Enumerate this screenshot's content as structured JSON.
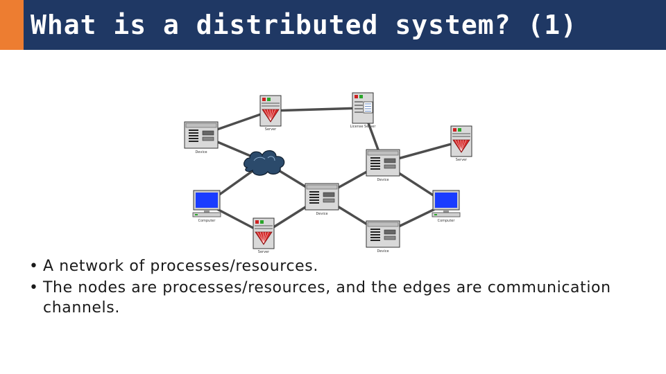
{
  "slide": {
    "title": "What is a distributed system? (1)",
    "bullets": [
      "A network of processes/resources.",
      "The nodes are processes/resources, and the edges are communication channels."
    ],
    "bullet_marker": "•"
  },
  "diagram": {
    "nodes": [
      {
        "id": "server-top",
        "icon": "server-icon",
        "label": "Server"
      },
      {
        "id": "license-server",
        "icon": "document-server-icon",
        "label": "License Server"
      },
      {
        "id": "server-right",
        "icon": "server-icon",
        "label": "Server"
      },
      {
        "id": "device-left",
        "icon": "device-icon",
        "label": "Device"
      },
      {
        "id": "cloud",
        "icon": "cloud-icon",
        "label": ""
      },
      {
        "id": "device-upper-right",
        "icon": "device-icon",
        "label": "Device"
      },
      {
        "id": "computer-left",
        "icon": "computer-icon",
        "label": "Computer"
      },
      {
        "id": "device-center",
        "icon": "device-icon",
        "label": "Device"
      },
      {
        "id": "computer-right",
        "icon": "computer-icon",
        "label": "Computer"
      },
      {
        "id": "server-bottom",
        "icon": "server-icon",
        "label": "Server"
      },
      {
        "id": "device-lower-right",
        "icon": "device-icon",
        "label": "Device"
      }
    ],
    "edges": [
      [
        "device-left",
        "server-top"
      ],
      [
        "server-top",
        "license-server"
      ],
      [
        "license-server",
        "device-upper-right"
      ],
      [
        "device-left",
        "cloud"
      ],
      [
        "cloud",
        "device-center"
      ],
      [
        "cloud",
        "computer-left"
      ],
      [
        "computer-left",
        "server-bottom"
      ],
      [
        "server-bottom",
        "device-center"
      ],
      [
        "device-center",
        "device-upper-right"
      ],
      [
        "device-upper-right",
        "server-right"
      ],
      [
        "device-upper-right",
        "computer-right"
      ],
      [
        "computer-right",
        "device-lower-right"
      ],
      [
        "device-lower-right",
        "device-center"
      ]
    ],
    "colors": {
      "edge": "#4d4d4d",
      "server_mark": "#d62b2b",
      "status_green": "#2aa52a",
      "status_red": "#cc2222",
      "screen_blue": "#1a3cff",
      "cloud": "#2b4a6b"
    }
  },
  "colors": {
    "title_bar": "#1f3864",
    "title_accent": "#ed7d31",
    "title_text": "#ffffff",
    "body_text": "#1a1a1a"
  }
}
